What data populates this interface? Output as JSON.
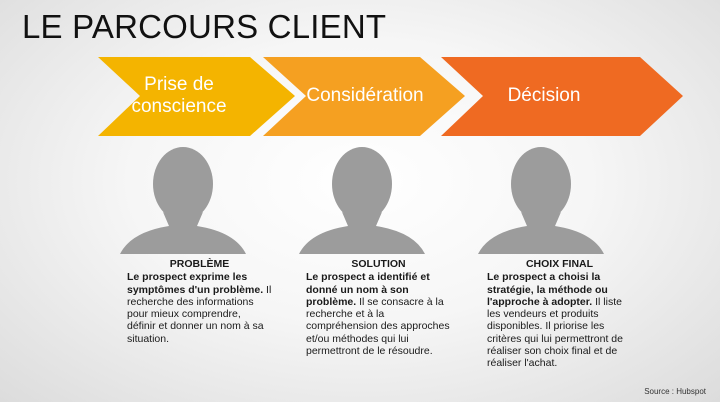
{
  "title": "LE PARCOURS CLIENT",
  "colors": {
    "stage1": "#f4b400",
    "stage2": "#f5a021",
    "stage3": "#ef6a22",
    "person": "#9c9c9c"
  },
  "stages": [
    {
      "line1": "Prise de",
      "line2": "conscience"
    },
    {
      "label": "Considération"
    },
    {
      "label": "Décision"
    }
  ],
  "columns": [
    {
      "heading": "PROBLÈME",
      "lead": "Le prospect exprime les symptômes d'un problème.",
      "rest": " Il recherche des informations pour mieux comprendre, définir et donner un nom à sa situation."
    },
    {
      "heading": "SOLUTION",
      "lead": "Le prospect a identifié et donné un nom à son problème.",
      "rest": " Il se consacre à la recherche et à la compréhension des approches et/ou méthodes qui lui permettront de le résoudre."
    },
    {
      "heading": "CHOIX FINAL",
      "lead": "Le prospect a choisi la stratégie, la méthode ou l'approche à adopter.",
      "rest": " Il liste les vendeurs et produits disponibles. Il priorise les critères qui lui permettront de réaliser son choix final et de réaliser l'achat."
    }
  ],
  "source": "Source : Hubspot"
}
